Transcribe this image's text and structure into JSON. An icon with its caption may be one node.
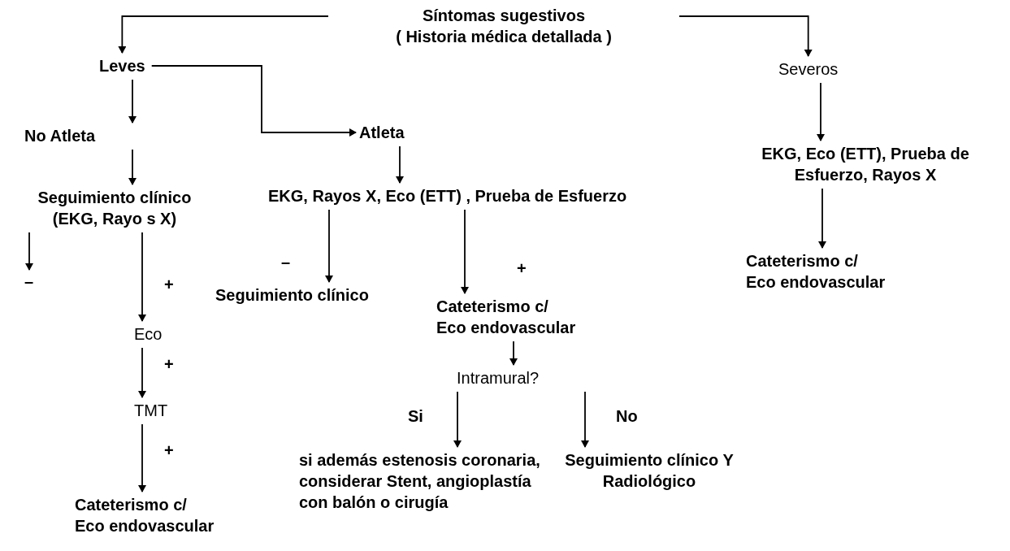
{
  "diagram": {
    "nodes": [
      {
        "text": [
          "Síntomas sugestivos",
          "( Historia médica detallada )"
        ]
      },
      {
        "text": [
          "Leves"
        ]
      },
      {
        "text": [
          "Severos"
        ]
      },
      {
        "text": [
          "No Atleta"
        ]
      },
      {
        "text": [
          "Atleta"
        ]
      },
      {
        "text": [
          "Seguimiento clínico",
          "(EKG, Rayo s X)"
        ]
      },
      {
        "text": [
          "EKG, Rayos X, Eco (ETT) , Prueba de Esfuerzo"
        ]
      },
      {
        "text": [
          "EKG, Eco (ETT), Prueba de Esfuerzo, Rayos X"
        ]
      },
      {
        "text": [
          "Cateterismo c/ Eco endovascular"
        ]
      },
      {
        "text": [
          "Eco"
        ]
      },
      {
        "text": [
          "TMT"
        ]
      },
      {
        "text": [
          "Cateterismo c/ Eco endovascular"
        ]
      },
      {
        "text": [
          "Seguimiento clínico"
        ]
      },
      {
        "text": [
          "Cateterismo c/ Eco endovascular"
        ]
      },
      {
        "text": [
          "Intramural?"
        ]
      },
      {
        "text": [
          "si además estenosis coronaria, considerar Stent, angioplastía con balón o cirugía"
        ]
      },
      {
        "text": [
          "Seguimiento clínico Y Radiológico"
        ]
      }
    ],
    "edges": [
      {
        "from": 0,
        "to": 1,
        "arrow": "to"
      },
      {
        "from": 0,
        "to": 2,
        "arrow": "to"
      },
      {
        "from": 1,
        "to": 3,
        "arrow": "to"
      },
      {
        "from": 1,
        "to": 4,
        "arrow": "to"
      },
      {
        "from": 3,
        "to": 5,
        "arrow": "to"
      },
      {
        "from": 4,
        "to": 6,
        "arrow": "to"
      },
      {
        "from": 2,
        "to": 7,
        "arrow": "to"
      },
      {
        "from": 7,
        "to": 8,
        "arrow": "to"
      },
      {
        "from": 5,
        "to": null,
        "arrow": "to",
        "label": "–"
      },
      {
        "from": 5,
        "to": 9,
        "arrow": "to",
        "label": "+"
      },
      {
        "from": 9,
        "to": 10,
        "arrow": "to",
        "label": "+"
      },
      {
        "from": 10,
        "to": 11,
        "arrow": "to",
        "label": "+"
      },
      {
        "from": 6,
        "to": 12,
        "arrow": "to",
        "label": "–"
      },
      {
        "from": 6,
        "to": 13,
        "arrow": "to",
        "label": "+"
      },
      {
        "from": 13,
        "to": 14,
        "arrow": "to"
      },
      {
        "from": 14,
        "to": 15,
        "arrow": "to",
        "label": "Si"
      },
      {
        "from": 14,
        "to": 16,
        "arrow": "to",
        "label": "No"
      }
    ]
  }
}
